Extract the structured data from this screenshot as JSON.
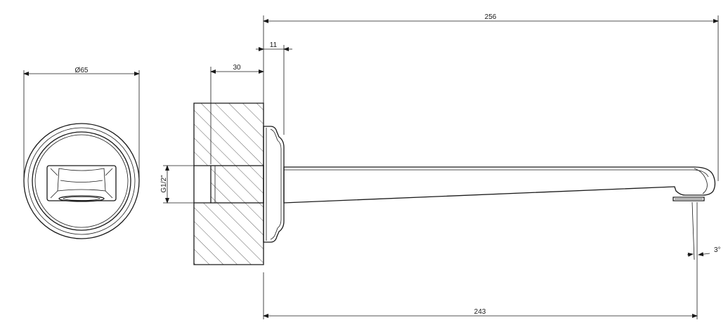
{
  "dimensions": {
    "total_length": "256",
    "flange_thickness": "11",
    "wall_depth": "30",
    "diameter": "Ø65",
    "thread": "G1/2\"",
    "spout_reach": "243",
    "angle": "3°"
  }
}
